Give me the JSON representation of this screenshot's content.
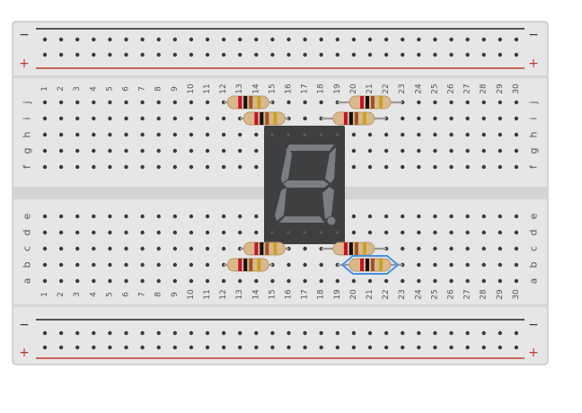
{
  "breadboard": {
    "columns": [
      "1",
      "2",
      "3",
      "4",
      "5",
      "6",
      "7",
      "8",
      "9",
      "10",
      "11",
      "12",
      "13",
      "14",
      "15",
      "16",
      "17",
      "18",
      "19",
      "20",
      "21",
      "22",
      "23",
      "24",
      "25",
      "26",
      "27",
      "28",
      "29",
      "30"
    ],
    "rows_top": [
      "j",
      "i",
      "h",
      "g",
      "f"
    ],
    "rows_bottom": [
      "e",
      "d",
      "c",
      "b",
      "a"
    ],
    "rail_minus": "−",
    "rail_plus": "+",
    "colors": {
      "board": "#e6e6e6",
      "board_edge": "#c8c8c8",
      "rail_minus_line": "#222222",
      "rail_plus_line": "#c0392b",
      "rail_plus_text": "#c0392b",
      "hole": "#3a3a3a",
      "selection": "#4a90e2"
    }
  },
  "seven_segment": {
    "digit_shown": "8",
    "display_color": "#3d3f40",
    "segment_color": "#7b7e80"
  },
  "resistors": [
    {
      "id": "r1",
      "col_from": 12,
      "col_to": 15,
      "row": "j",
      "bands": [
        "#c8102e",
        "#111111",
        "#a0522d",
        "#c9a227"
      ]
    },
    {
      "id": "r2",
      "col_from": 13,
      "col_to": 16,
      "row": "i",
      "bands": [
        "#c8102e",
        "#111111",
        "#a0522d",
        "#c9a227"
      ]
    },
    {
      "id": "r3",
      "col_from": 19,
      "col_to": 23,
      "row": "j",
      "bands": [
        "#c8102e",
        "#111111",
        "#a0522d",
        "#c9a227"
      ]
    },
    {
      "id": "r4",
      "col_from": 18,
      "col_to": 22,
      "row": "i",
      "bands": [
        "#c8102e",
        "#111111",
        "#a0522d",
        "#c9a227"
      ]
    },
    {
      "id": "r5",
      "col_from": 13,
      "col_to": 16,
      "row": "c",
      "bands": [
        "#c8102e",
        "#111111",
        "#a0522d",
        "#c9a227"
      ]
    },
    {
      "id": "r6",
      "col_from": 12,
      "col_to": 15,
      "row": "b",
      "bands": [
        "#c8102e",
        "#111111",
        "#a0522d",
        "#c9a227"
      ]
    },
    {
      "id": "r7",
      "col_from": 18,
      "col_to": 22,
      "row": "c",
      "bands": [
        "#c8102e",
        "#111111",
        "#a0522d",
        "#c9a227"
      ]
    },
    {
      "id": "r8",
      "col_from": 19,
      "col_to": 23,
      "row": "b",
      "bands": [
        "#c8102e",
        "#111111",
        "#a0522d",
        "#c9a227"
      ],
      "selected": true
    }
  ]
}
